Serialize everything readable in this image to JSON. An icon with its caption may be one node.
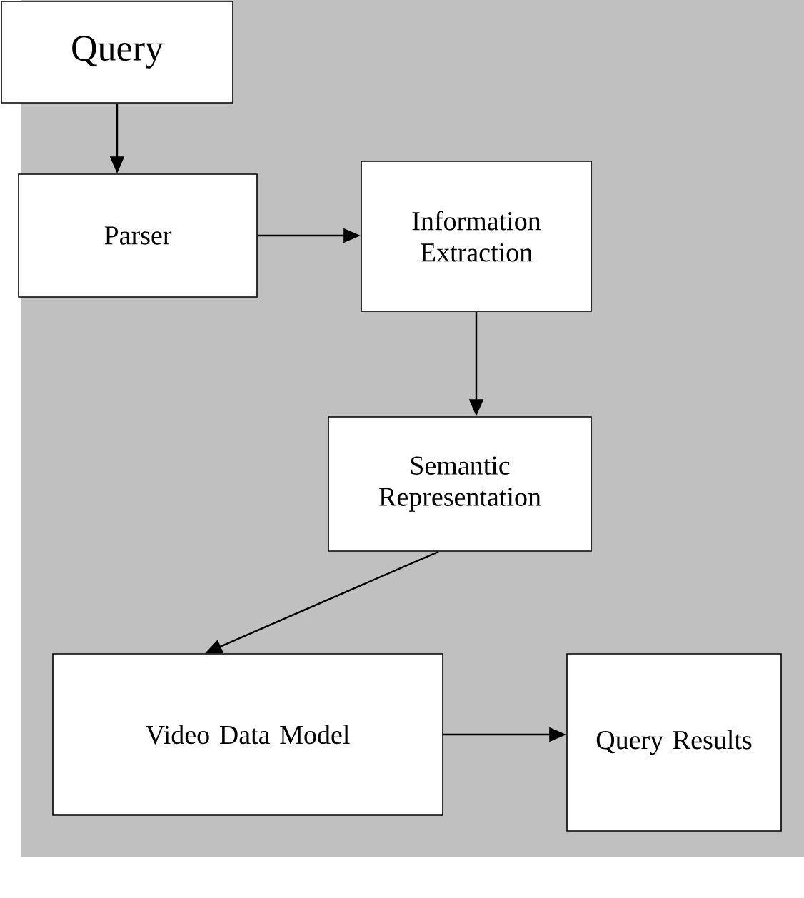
{
  "diagram": {
    "nodes": [
      {
        "text": [
          "Query"
        ]
      },
      {
        "text": [
          "Parser"
        ]
      },
      {
        "text": [
          "Information Extraction"
        ]
      },
      {
        "text": [
          "Semantic Representation"
        ]
      },
      {
        "text": [
          "Video Data Model"
        ]
      },
      {
        "text": [
          "Query Results"
        ]
      }
    ],
    "edges": [
      {
        "from": 0,
        "to": 1,
        "arrow": "to"
      },
      {
        "from": 1,
        "to": 2,
        "arrow": "to"
      },
      {
        "from": 2,
        "to": 3,
        "arrow": "to"
      },
      {
        "from": 3,
        "to": 4,
        "arrow": "to"
      },
      {
        "from": 4,
        "to": 5,
        "arrow": "to"
      }
    ]
  }
}
